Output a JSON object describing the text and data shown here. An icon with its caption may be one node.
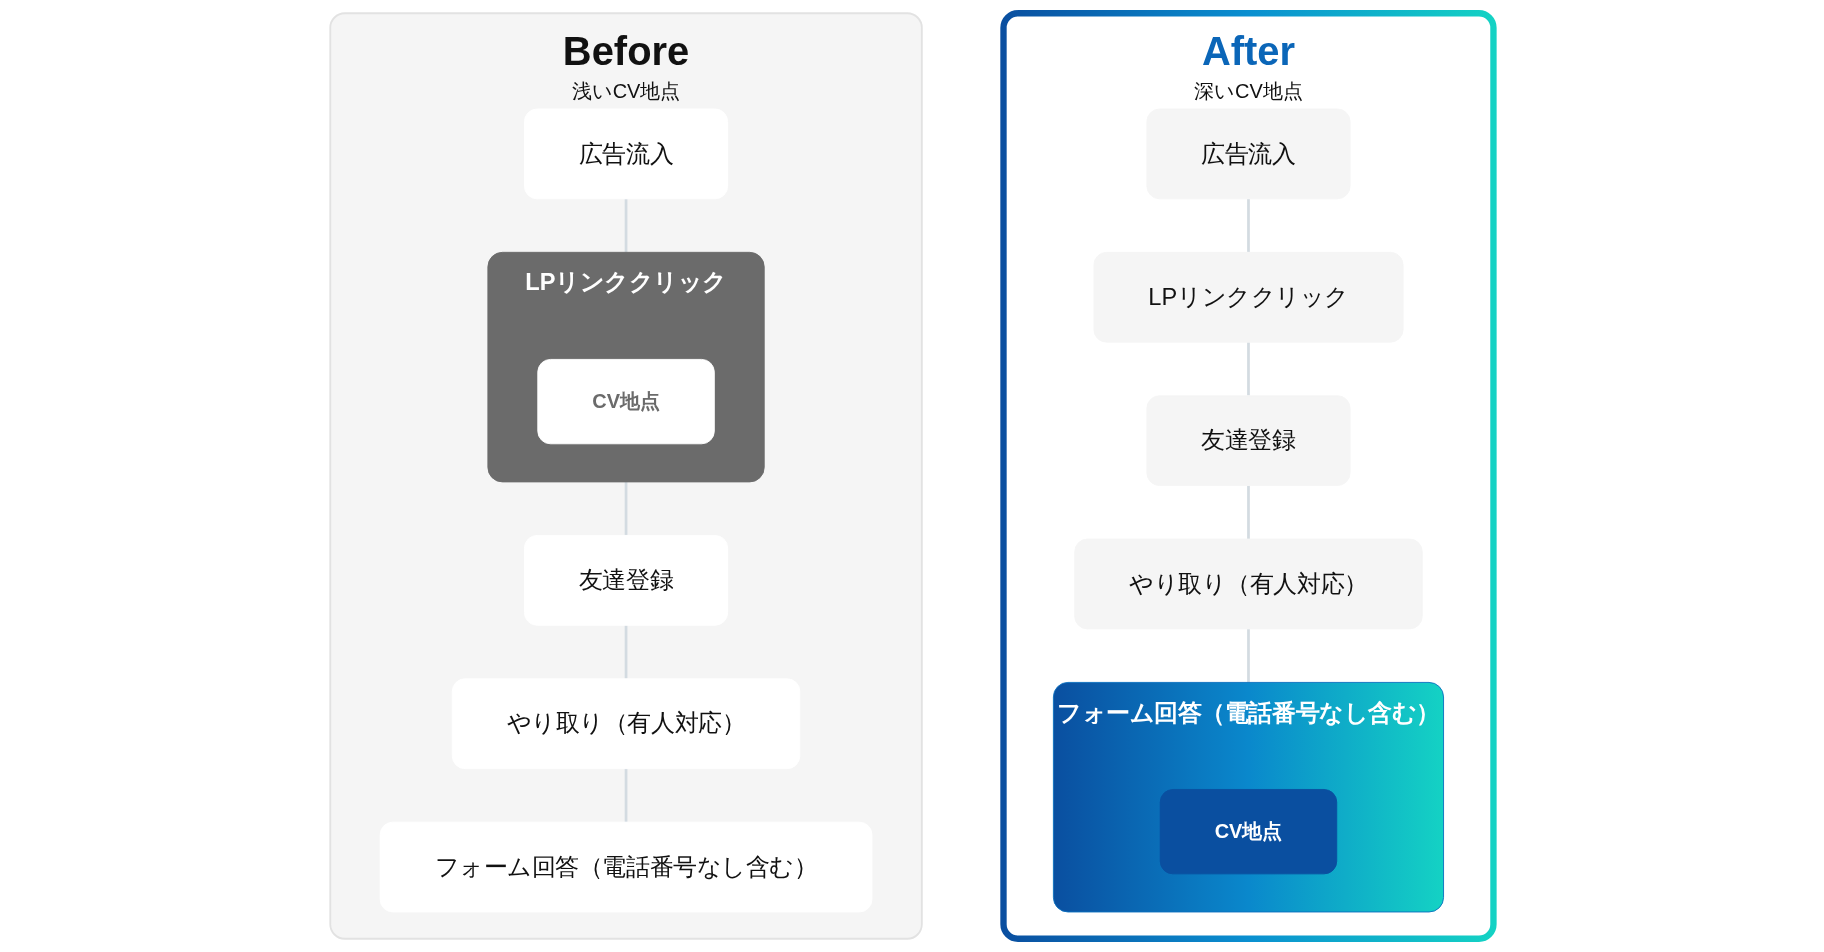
{
  "diagram": {
    "nodes": [
      {
        "text": [
          "Before",
          "浅いCV地点"
        ]
      },
      {
        "text": [
          "広告流入"
        ],
        "in": 0
      },
      {
        "text": [
          "LPリンククリック"
        ],
        "in": 0
      },
      {
        "text": [
          "CV地点"
        ],
        "in": 2
      },
      {
        "text": [
          "友達登録"
        ],
        "in": 0
      },
      {
        "text": [
          "やり取り（有人対応）"
        ],
        "in": 0
      },
      {
        "text": [
          "フォーム回答（電話番号なし含む）"
        ],
        "in": 0
      },
      {
        "text": [
          "After",
          "深いCV地点"
        ]
      },
      {
        "text": [
          "広告流入"
        ],
        "in": 7
      },
      {
        "text": [
          "LPリンククリック"
        ],
        "in": 7
      },
      {
        "text": [
          "友達登録"
        ],
        "in": 7
      },
      {
        "text": [
          "やり取り（有人対応）"
        ],
        "in": 7
      },
      {
        "text": [
          "フォーム回答（電話番号なし含む）"
        ],
        "in": 7
      },
      {
        "text": [
          "CV地点"
        ],
        "in": 12
      }
    ],
    "edges": [
      {
        "from": 1,
        "to": 2,
        "arrow": "none"
      },
      {
        "from": 2,
        "to": 4,
        "arrow": "none"
      },
      {
        "from": 4,
        "to": 5,
        "arrow": "none"
      },
      {
        "from": 5,
        "to": 6,
        "arrow": "none"
      },
      {
        "from": 8,
        "to": 9,
        "arrow": "none"
      },
      {
        "from": 9,
        "to": 10,
        "arrow": "none"
      },
      {
        "from": 10,
        "to": 11,
        "arrow": "none"
      },
      {
        "from": 11,
        "to": 12,
        "arrow": "none"
      }
    ]
  }
}
